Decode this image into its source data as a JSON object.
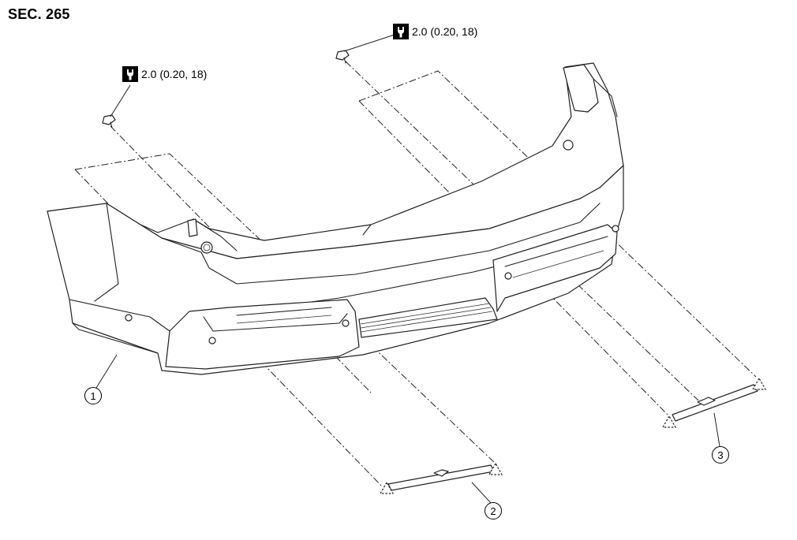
{
  "section": {
    "label": "SEC. 265"
  },
  "torques": [
    {
      "value": "2.0 (0.20, 18)",
      "icon": "torque-wrench-icon"
    },
    {
      "value": "2.0 (0.20, 18)",
      "icon": "torque-wrench-icon"
    }
  ],
  "callouts": [
    "1",
    "2",
    "3"
  ],
  "colors": {
    "line": "#222222",
    "background": "#ffffff"
  }
}
